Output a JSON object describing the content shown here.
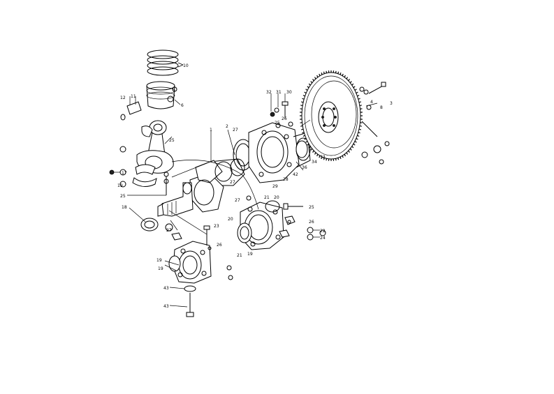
{
  "diagram": {
    "labels": {
      "l1": "1",
      "l2": "2",
      "l3": "3",
      "l4": "4",
      "l6": "6",
      "l8": "8",
      "l10": "10",
      "l11": "11",
      "l12": "12",
      "l17": "17",
      "l18": "18",
      "l19a": "19",
      "l19b": "19",
      "l19c": "19",
      "l20a": "20",
      "l20b": "20",
      "l21a": "21",
      "l21b": "21",
      "l22": "22",
      "l23": "23",
      "l24": "24",
      "l25a": "25",
      "l25b": "25",
      "l25c": "25",
      "l25d": "25",
      "l26a": "26",
      "l26b": "26",
      "l26c": "26",
      "l27a": "27",
      "l27b": "27",
      "l27c": "27",
      "l28": "28",
      "l29": "29",
      "l30": "30",
      "l31": "31",
      "l32": "32",
      "l33": "33",
      "l34": "34",
      "l36": "36",
      "l42": "42",
      "l43a": "43",
      "l43b": "43"
    }
  }
}
